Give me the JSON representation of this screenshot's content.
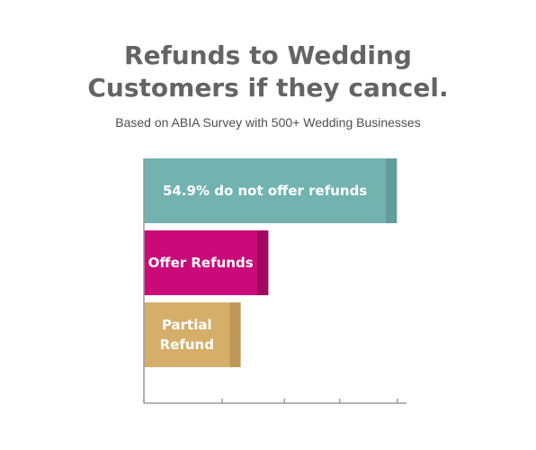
{
  "chart_data": {
    "type": "bar",
    "orientation": "horizontal",
    "title_lines": [
      "Refunds to Wedding",
      "Customers if they cancel."
    ],
    "subtitle": "Based on ABIA Survey with 500+ Wedding Businesses",
    "categories": [
      "54.9% do not offer refunds",
      "Offer Refunds",
      "Partial Refund"
    ],
    "label_lines": [
      [
        "54.9% do not offer refunds"
      ],
      [
        "Offer Refunds"
      ],
      [
        "Partial",
        "Refund"
      ]
    ],
    "values": [
      54.9,
      27,
      21
    ],
    "xlim": [
      0,
      57
    ],
    "x_ticks": [
      0,
      17,
      30.5,
      42.5,
      55
    ],
    "grid": false,
    "colors": [
      "#72b3b0",
      "#c90a78",
      "#d5ae6a"
    ],
    "edge_colors": [
      "#5f9e9b",
      "#a10862",
      "#bf9757"
    ],
    "axis_color": "#9a9a9a"
  }
}
